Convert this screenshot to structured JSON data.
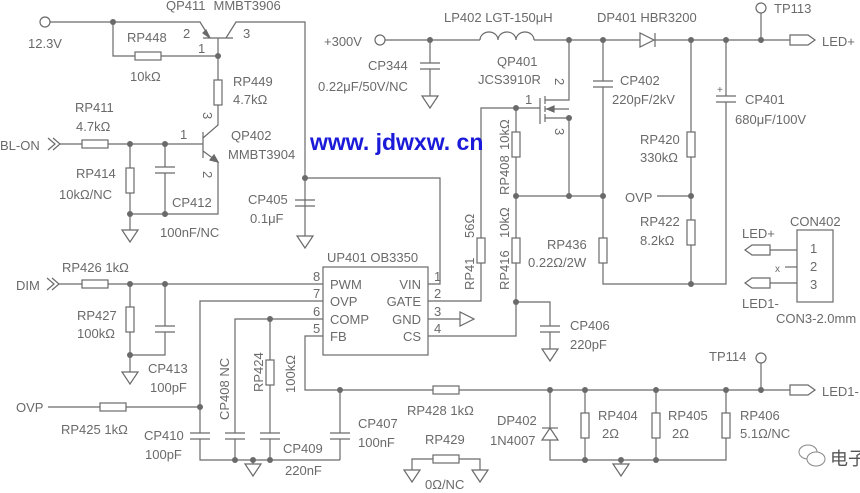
{
  "colors": {
    "line": "#6a6a6a",
    "watermark": "#1a1ad8"
  },
  "nets": {
    "v12": "12.3V",
    "v300": "+300V",
    "bl_on": "BL-ON",
    "dim": "DIM",
    "ovp_in": "OVP",
    "ovp_node": "OVP",
    "led_plus": "LED+",
    "led_minus": "LED1-",
    "con_led_plus": "LED+",
    "con_led_minus": "LED1-"
  },
  "qp411": {
    "ref": "QP411",
    "part": "MMBT3906",
    "pin1": "1",
    "pin2": "2",
    "pin3": "3"
  },
  "qp402": {
    "ref": "QP402",
    "part": "MMBT3904",
    "pin1": "1",
    "pin2": "2",
    "pin3": "3"
  },
  "qp401": {
    "ref": "QP401",
    "part": "JCS3910R",
    "pin1": "1",
    "pin2": "2",
    "pin3": "3"
  },
  "rp448": {
    "ref": "RP448",
    "value": "10kΩ"
  },
  "rp449": {
    "ref": "RP449",
    "value": "4.7kΩ"
  },
  "rp411": {
    "ref": "RP411",
    "value": "4.7kΩ"
  },
  "rp414": {
    "ref": "RP414",
    "value": "10kΩ/NC"
  },
  "cp412": {
    "ref": "CP412",
    "value": "100nF/NC"
  },
  "cp405": {
    "ref": "CP405",
    "value": "0.1μF"
  },
  "cp344": {
    "ref": "CP344",
    "value": "0.22μF/50V/NC"
  },
  "lp402": {
    "label": "LP402  LGT-150μH"
  },
  "dp401": {
    "label": "DP401  HBR3200"
  },
  "tp113": "TP113",
  "tp114": "TP114",
  "cp402": {
    "ref": "CP402",
    "value": "220pF/2kV"
  },
  "cp401": {
    "ref": "CP401",
    "value": "680μF/100V",
    "polarity": "+"
  },
  "rp420": {
    "ref": "RP420",
    "value": "330kΩ"
  },
  "rp422": {
    "ref": "RP422",
    "value": "8.2kΩ"
  },
  "rp408": {
    "ref": "RP408",
    "value": "10kΩ"
  },
  "rp41x": {
    "ref": "RP41",
    "value": "56Ω"
  },
  "rp416": {
    "ref": "RP416",
    "value": "10kΩ"
  },
  "rp436": {
    "ref": "RP436",
    "value": "0.22Ω/2W"
  },
  "cp406": {
    "ref": "CP406",
    "value": "220pF"
  },
  "up401": {
    "label": "UP401  OB3350",
    "left_pins": [
      {
        "num": "8",
        "name": "PWM"
      },
      {
        "num": "7",
        "name": "OVP"
      },
      {
        "num": "6",
        "name": "COMP"
      },
      {
        "num": "5",
        "name": "FB"
      }
    ],
    "right_pins": [
      {
        "num": "1",
        "name": "VIN"
      },
      {
        "num": "2",
        "name": "GATE"
      },
      {
        "num": "3",
        "name": "GND"
      },
      {
        "num": "4",
        "name": "CS"
      }
    ]
  },
  "con402": {
    "ref": "CON402",
    "type": "CON3-2.0mm",
    "pins": [
      "1",
      "2",
      "3"
    ],
    "nc_mark": "x"
  },
  "rp426": {
    "label": "RP426  1kΩ"
  },
  "rp427": {
    "ref": "RP427",
    "value": "100kΩ"
  },
  "cp413": {
    "ref": "CP413",
    "value": "100pF"
  },
  "rp425": {
    "label": "RP425  1kΩ"
  },
  "cp410": {
    "ref": "CP410",
    "value": "100pF"
  },
  "cp408": {
    "label": "CP408  NC"
  },
  "rp424": {
    "ref": "RP424",
    "value": "100kΩ"
  },
  "cp409": {
    "ref": "CP409",
    "value": "220nF"
  },
  "cp407": {
    "ref": "CP407",
    "value": "100nF"
  },
  "rp428": {
    "label": "RP428  1kΩ"
  },
  "rp429": {
    "ref": "RP429",
    "value": "0Ω/NC"
  },
  "dp402": {
    "ref": "DP402",
    "part": "1N4007"
  },
  "rp404": {
    "ref": "RP404",
    "value": "2Ω"
  },
  "rp405": {
    "ref": "RP405",
    "value": "2Ω"
  },
  "rp406": {
    "ref": "RP406",
    "value": "5.1Ω/NC"
  },
  "watermark": "www. jdwxw. cn",
  "brand": "电子报"
}
